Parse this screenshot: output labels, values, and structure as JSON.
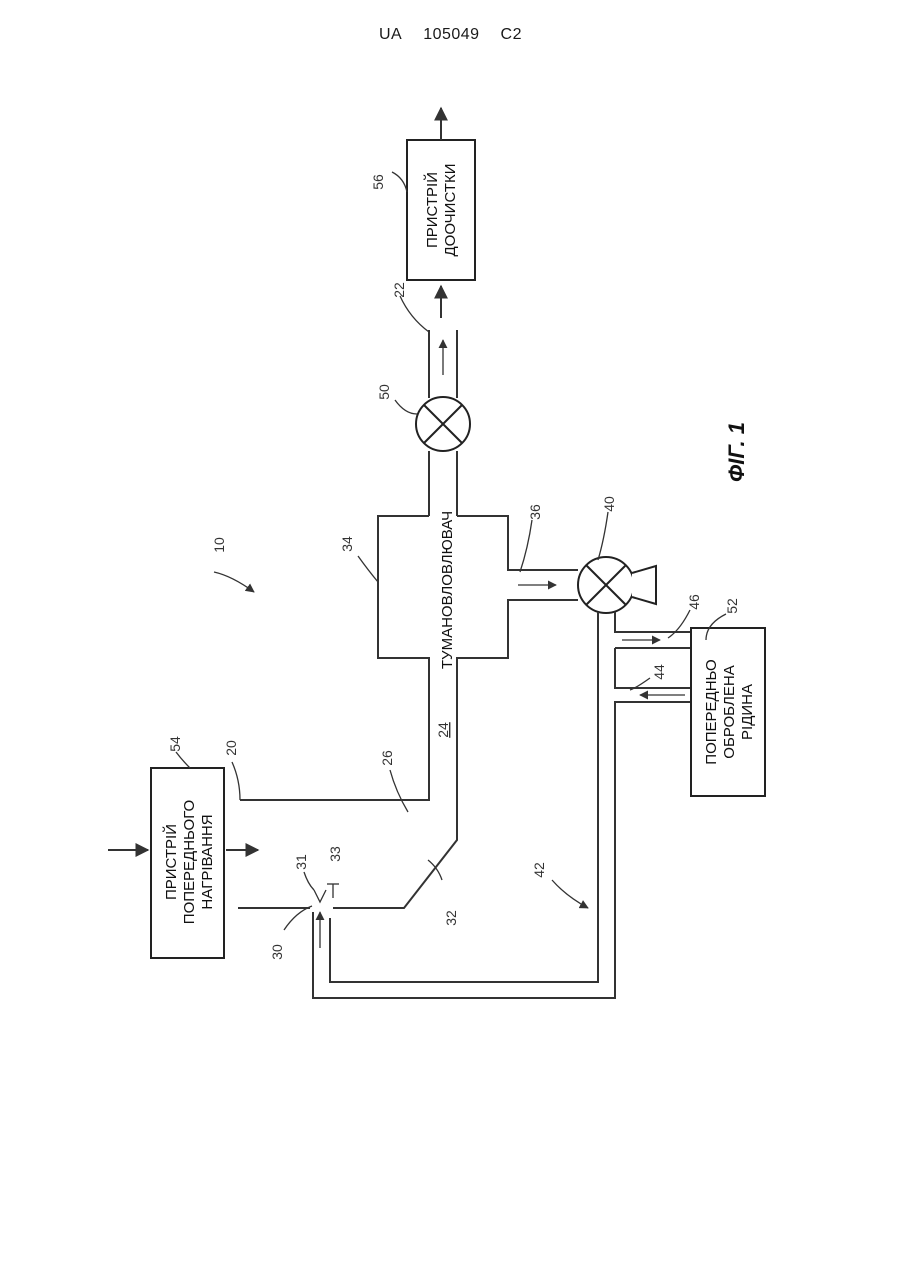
{
  "header": {
    "country": "UA",
    "number": "105049",
    "kind": "C2"
  },
  "figure": {
    "caption": "ФІГ. 1"
  },
  "boxes": {
    "preheater": [
      "ПРИСТРІЙ",
      "ПОПЕРЕДНЬОГО",
      "НАГРІВАННЯ"
    ],
    "polisher": [
      "ПРИСТРІЙ",
      "ДООЧИСТКИ"
    ],
    "pretreated": [
      "ПОПЕРЕДНЬО",
      "ОБРОБЛЕНА",
      "РІДИНА"
    ]
  },
  "mist_eliminator_label": "ТУМАНОВЛОВЛЮВАЧ",
  "refs": {
    "r10": "10",
    "r20": "20",
    "r22": "22",
    "r24": "24",
    "r26": "26",
    "r30": "30",
    "r31": "31",
    "r32": "32",
    "r33": "33",
    "r34": "34",
    "r36": "36",
    "r40": "40",
    "r42": "42",
    "r44": "44",
    "r46": "46",
    "r50": "50",
    "r52": "52",
    "r54": "54",
    "r56": "56"
  }
}
